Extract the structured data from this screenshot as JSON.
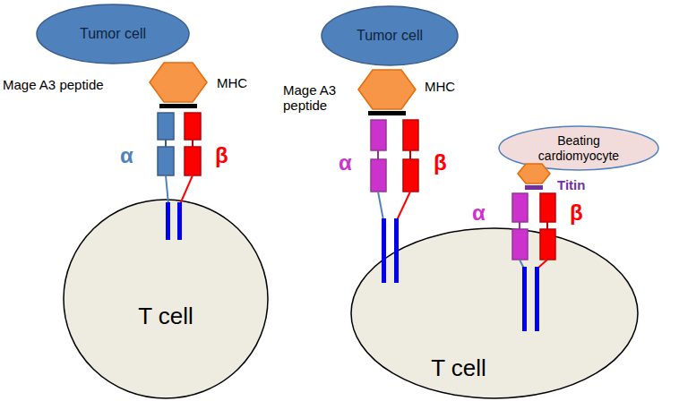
{
  "diagram": {
    "nodes": [
      {
        "text": [
          "Tumor cell"
        ]
      },
      {
        "text": [
          "T cell"
        ]
      },
      {
        "text": [
          "Tumor cell"
        ]
      },
      {
        "text": [
          "Beating cardiomyocyte"
        ]
      },
      {
        "text": [
          "T cell"
        ]
      }
    ],
    "labels": [
      "Mage A3 peptide",
      "MHC",
      "α",
      "β",
      "Mage A3 peptide",
      "MHC",
      "α",
      "β",
      "α",
      "β",
      "Titin"
    ]
  }
}
